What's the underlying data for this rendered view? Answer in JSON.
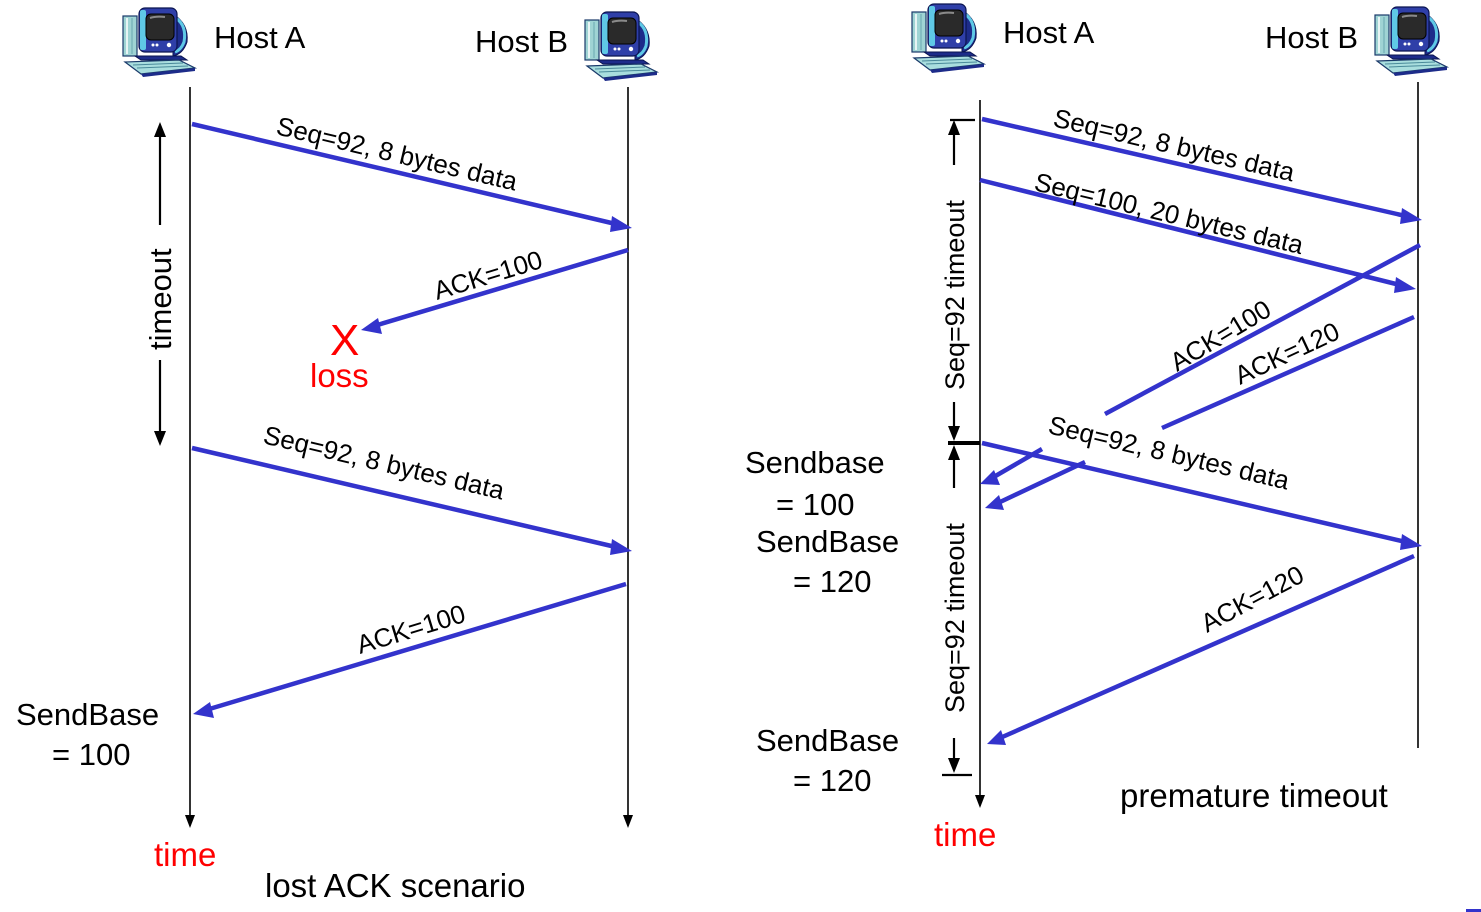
{
  "colors": {
    "message": "#3333cc",
    "timeline": "#000000",
    "emphasis": "#ff0000"
  },
  "left_scenario": {
    "caption": "lost ACK scenario",
    "host_a": "Host A",
    "host_b": "Host B",
    "host_icon": "desktop-computer-icon",
    "timeout_label": "timeout",
    "time_label": "time",
    "loss_mark": "X",
    "loss_label": "loss",
    "messages": [
      {
        "label": "Seq=92, 8 bytes data",
        "direction": "A-to-B",
        "lost": false
      },
      {
        "label": "ACK=100",
        "direction": "B-to-A",
        "lost": true
      },
      {
        "label": "Seq=92, 8 bytes data",
        "direction": "A-to-B",
        "lost": false
      },
      {
        "label": "ACK=100",
        "direction": "B-to-A",
        "lost": false
      }
    ],
    "annotations": {
      "sendbase_line1": "SendBase",
      "sendbase_line2": "= 100"
    }
  },
  "right_scenario": {
    "caption": "premature timeout",
    "host_a": "Host A",
    "host_b": "Host B",
    "host_icon": "desktop-computer-icon",
    "timeout_label_1": "Seq=92 timeout",
    "timeout_label_2": "Seq=92 timeout",
    "time_label": "time",
    "messages": [
      {
        "label": "Seq=92, 8 bytes data",
        "direction": "A-to-B"
      },
      {
        "label": "Seq=100, 20 bytes data",
        "direction": "A-to-B"
      },
      {
        "label": "ACK=100",
        "direction": "B-to-A"
      },
      {
        "label": "ACK=120",
        "direction": "B-to-A"
      },
      {
        "label": "Seq=92, 8 bytes data",
        "direction": "A-to-B"
      },
      {
        "label": "ACK=120",
        "direction": "B-to-A"
      }
    ],
    "annotations": {
      "sendbase1_line1": "Sendbase",
      "sendbase1_line2": "= 100",
      "sendbase2_line1": "SendBase",
      "sendbase2_line2": "= 120",
      "sendbase3_line1": "SendBase",
      "sendbase3_line2": "= 120"
    }
  }
}
